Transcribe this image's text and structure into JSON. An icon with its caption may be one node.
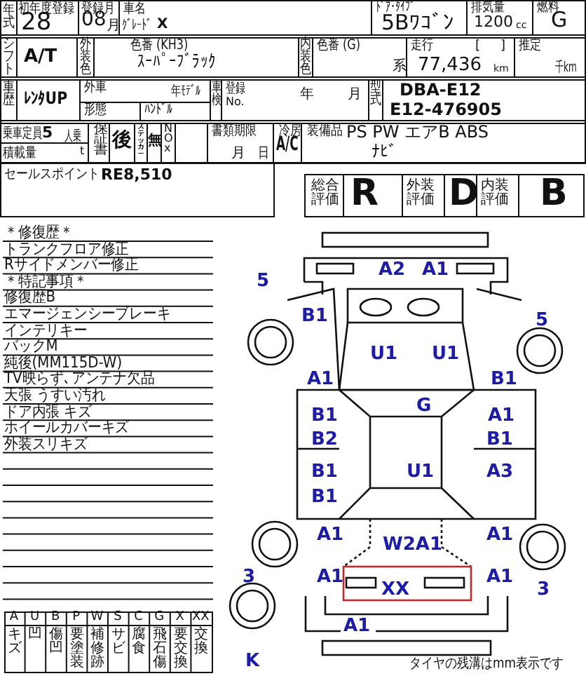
{
  "diagram": {
    "labels": [
      "年式",
      "初年度登録",
      "28",
      "登録月",
      "08",
      "月",
      "車名",
      "ｸﾞﾚｰﾄﾞ",
      "X",
      "ﾄﾞｱ･ﾀｲﾌﾟ",
      "5Bﾜｺﾞﾝ",
      "排気量",
      "1200",
      "cc",
      "燃料",
      "G",
      "シフト",
      "A/T",
      "外装色",
      "色番 (KH3)",
      "ｽｰﾊﾟｰﾌﾞﾗｯｸ",
      "内装色",
      "色番 (G)",
      "系",
      "走行",
      "[",
      "]",
      "77,436",
      "km",
      "推定",
      "千km",
      "車歴",
      "ﾚﾝﾀUP",
      "外車",
      "年ﾓﾃﾞﾙ",
      "形態",
      "ﾊﾝﾄﾞﾙ",
      "車検",
      "登録",
      "No.",
      "年",
      "月",
      "型式",
      "DBA-E12",
      "E12-476905",
      "乗車定員",
      "5",
      "人乗",
      "積載量",
      "t",
      "保証書",
      "後",
      "ｽﾃｯｶｰ",
      "無",
      "NOx",
      "書類期限",
      "月",
      "日",
      "冷房",
      "A/C",
      "装備品",
      "PS PW エアB ABS",
      "ﾅﾋﾞ",
      "セールスポイント",
      "RE8,510",
      "総合評価",
      "R",
      "外装評価",
      "D",
      "内装評価",
      "B",
      "＊修復歴＊",
      "トランクフロア修正",
      "Rサイドメンバー修正",
      "＊特記事項＊",
      "修復歴B",
      "エマージェンシーブレーキ",
      "インテリキー",
      "バックM",
      "純後(MM115D-W)",
      "TV映らず､アンテナ欠品",
      "天張 うすい汚れ",
      "ドア内張 キズ",
      "ホイールカバーキズ",
      "外装スリキズ",
      "A",
      "U",
      "B",
      "P",
      "W",
      "S",
      "C",
      "G",
      "X",
      "XX",
      "キズ",
      "凹",
      "傷凹",
      "要塗装",
      "補修跡",
      "サビ",
      "腐食",
      "飛石傷",
      "要交換",
      "交換",
      "タイヤの残溝はmm表示です",
      "A2",
      "A1",
      "5",
      "B1",
      "5",
      "U1",
      "U1",
      "A1",
      "B1",
      "G",
      "B1",
      "A1",
      "B2",
      "B1",
      "B1",
      "U1",
      "A3",
      "B1",
      "A1",
      "A1",
      "W2A1",
      "A1",
      "A1",
      "XX",
      "3",
      "3",
      "A1",
      "K"
    ]
  }
}
